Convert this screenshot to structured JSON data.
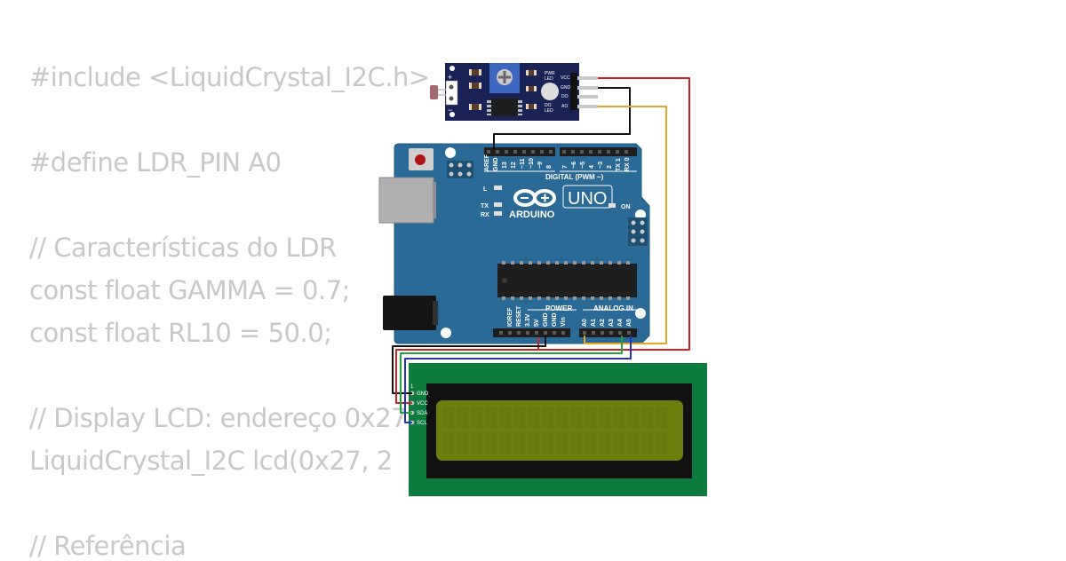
{
  "code": {
    "lines": [
      "#include <LiquidCrystal_I2C.h>",
      "#define LDR_PIN A0",
      "// Características do LDR",
      "const float GAMMA = 0.7;",
      "const float RL10 = 50.0;",
      "// Display LCD: endereço 0x27",
      "LiquidCrystal_I2C lcd(0x27, 2",
      "// Referência"
    ]
  },
  "ldr_module": {
    "plus": "+",
    "minus": "−",
    "pwr_led": [
      "PWR",
      "LED"
    ],
    "do_led": [
      "DO",
      "LED"
    ],
    "pins": [
      "VCC",
      "GND",
      "DO",
      "AO"
    ]
  },
  "arduino": {
    "brand": "ARDUINO",
    "model": "UNO",
    "on_label": "ON",
    "leds": [
      "L",
      "TX",
      "RX"
    ],
    "digital_label": "DIGITAL (PWM ~)",
    "top_pins": [
      "AREF",
      "GND",
      "13",
      "12",
      "~11",
      "~10",
      "~9",
      "8",
      "7",
      "~6",
      "~5",
      "4",
      "~3",
      "2",
      "TX 1",
      "RX 0"
    ],
    "power_label": "POWER",
    "analog_label": "ANALOG IN",
    "power_pins": [
      "IOREF",
      "RESET",
      "3.3V",
      "5V",
      "GND",
      "GND",
      "Vin"
    ],
    "analog_pins": [
      "A0",
      "A1",
      "A2",
      "A3",
      "A4",
      "A5"
    ]
  },
  "lcd": {
    "pin1": "1",
    "pins": [
      "GND",
      "VCC",
      "SDA",
      "SCL"
    ]
  },
  "colors": {
    "board": "#2b6a96",
    "module": "#1a2356",
    "lcd_green": "#0d7a3e",
    "lcd_screen": "#6c7f0d",
    "wire_red": "#d42020",
    "wire_black": "#101010",
    "wire_yellow": "#e8a623",
    "wire_green": "#22a33a",
    "wire_blue": "#2233cc"
  }
}
